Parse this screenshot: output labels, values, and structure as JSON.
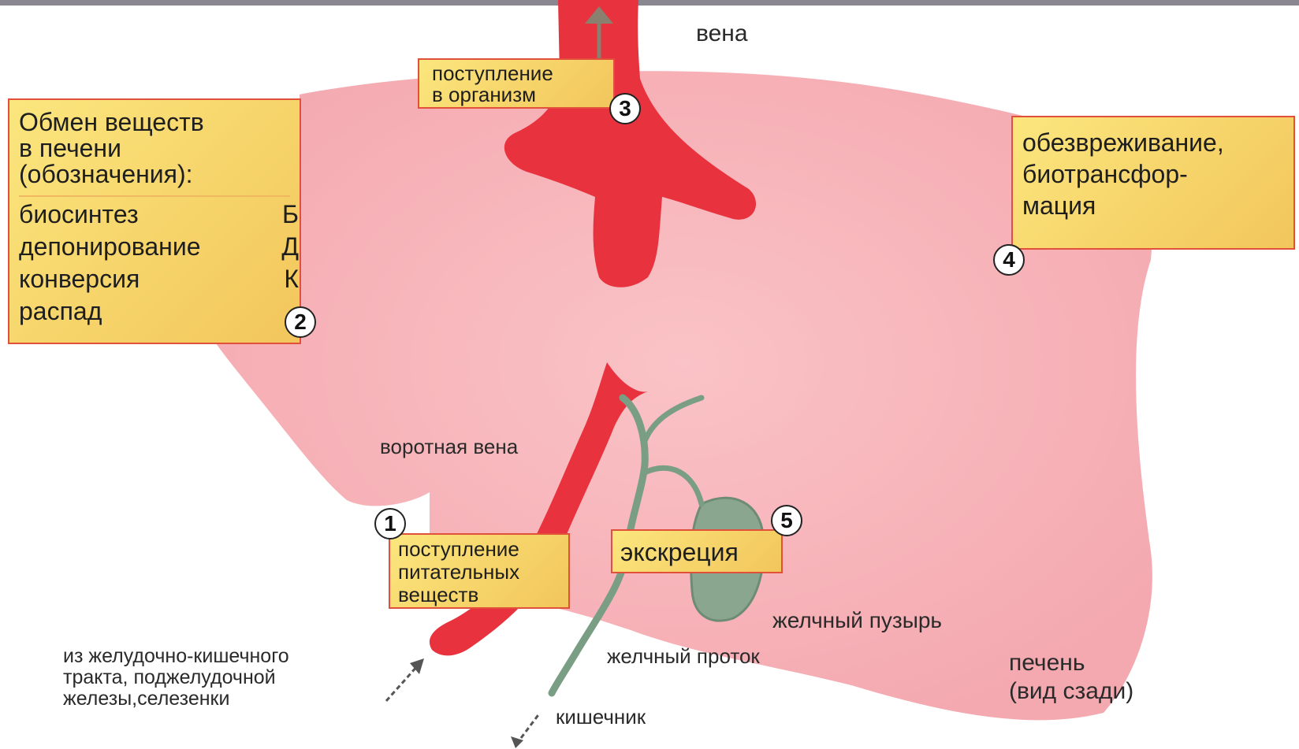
{
  "labels": {
    "vein": "вена",
    "portal_vein": "воротная вена",
    "source": [
      "из желудочно-кишечного",
      "тракта, поджелудочной",
      "железы,селезенки"
    ],
    "intestine": "кишечник",
    "bile_duct": "желчный проток",
    "gallbladder": "желчный пузырь",
    "liver": [
      "печень",
      "(вид сзади)"
    ]
  },
  "boxes": {
    "legend": {
      "title": [
        "Обмен веществ",
        "в печени",
        "(обозначения):"
      ],
      "rows": [
        {
          "term": "биосинтез",
          "code": "Б"
        },
        {
          "term": "депонирование",
          "code": "Д"
        },
        {
          "term": "конверсия",
          "code": "К"
        },
        {
          "term": "распад",
          "code": ""
        }
      ]
    },
    "intake": [
      "поступление",
      "в организм"
    ],
    "detox": [
      "обезвреживание,",
      "биотрансфор-",
      "мация"
    ],
    "nutrients": [
      "поступление",
      "питательных",
      "веществ"
    ],
    "excretion": "экскреция"
  },
  "markers": [
    "1",
    "2",
    "3",
    "4",
    "5"
  ],
  "colors": {
    "liver": "#f7b3b8",
    "vessel": "#e8323e",
    "bile": "#7a9e84",
    "box": "#f6d46a",
    "box_border": "#e0503a"
  }
}
